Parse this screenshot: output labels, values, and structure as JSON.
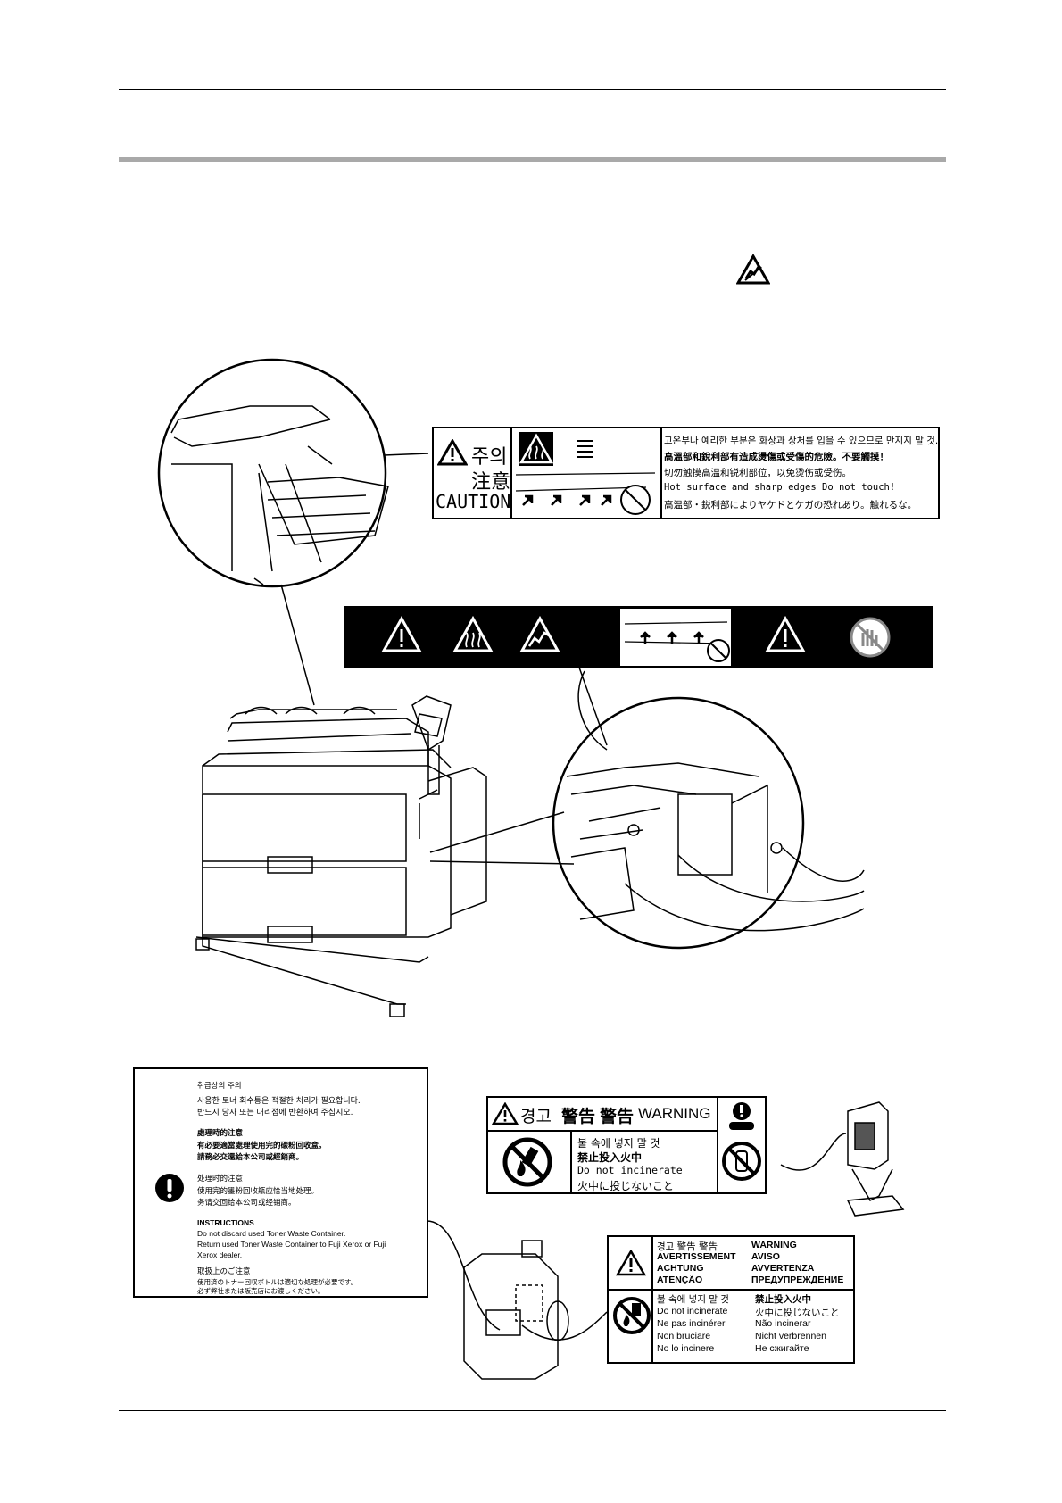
{
  "caution_label": {
    "heading_ko": "주의",
    "heading_zh": "注意",
    "heading_en": "CAUTION",
    "lines": [
      "고온부나 예리한 부분은 화상과 상처를 입을 수 있으므로 만지지 말 것.",
      "高溫部和銳利部有造成燙傷或受傷的危險。不要觸摸！",
      "切勿触摸高温和锐利部位，以免烫伤或受伤。",
      "Hot surface and sharp edges Do not touch!",
      "高温部・鋭利部によりヤケドとケガの恐れあり。触れるな。"
    ]
  },
  "handling_notice": {
    "ko_title": "취급상의 주의",
    "ko_body": [
      "사용한 토너 회수통은 적절한 처리가 필요합니다.",
      "반드시 당사 또는 대리점에 반환하여 주십시오."
    ],
    "tw_title": "處理時的注意",
    "tw_body": [
      "有必要適當處理使用完的碳粉回收盒。",
      "請務必交還給本公司或經銷商。"
    ],
    "cn_title": "处理时的注意",
    "cn_body": [
      "使用完的墨粉回收瓶应恰当地处理。",
      "务请交回给本公司或经销商。"
    ],
    "en_title": "INSTRUCTIONS",
    "en_body": [
      "Do not discard used Toner Waste Container.",
      "Return used Toner Waste Container to Fuji Xerox or Fuji",
      "Xerox dealer."
    ],
    "jp_title": "取扱上のご注意",
    "jp_body": [
      "使用済のトナー回収ボトルは適切な処理が必要です。",
      "必ず弊社または販売店にお渡しください。"
    ]
  },
  "toner_warning": {
    "header_ko": "경고",
    "header_tw": "警告",
    "header_cn": "警告",
    "header_en": "WARNING",
    "lines": [
      "불 속에 넣지 말 것",
      "禁止投入火中",
      "Do not incinerate",
      "火中に投じないこと"
    ]
  },
  "waste_warning": {
    "header_row1": "경고  警告  警告",
    "header_row2": "AVERTISSEMENT",
    "header_row3": "ACHTUNG",
    "header_row4": "ATENÇÃO",
    "header_col2_1": "WARNING",
    "header_col2_2": "AVISO",
    "header_col2_3": "AVVERTENZA",
    "header_col2_4": "ПРЕДУПРЕЖДЕНИЕ",
    "body_col1": [
      "불 속에 넣지 말 것",
      "Do not incinerate",
      "Ne pas incinérer",
      "Non bruciare",
      "No lo incinere"
    ],
    "body_col2": [
      "禁止投入火中",
      "火中に投じないこと",
      "Não incinerar",
      "Nicht verbrennen",
      "Не сжигайте"
    ]
  },
  "icons": [
    "esd-icon",
    "warning-triangle-icon",
    "hot-surface-icon",
    "no-touch-icon",
    "mandatory-icon",
    "no-fire-icon"
  ]
}
